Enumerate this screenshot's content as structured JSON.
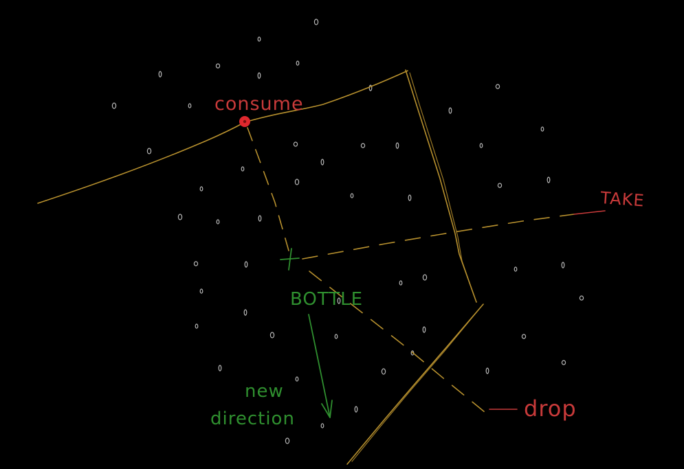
{
  "colors": {
    "background": "#000000",
    "boundary": "#b8912e",
    "dashed_path": "#b8912e",
    "label_red": "#c83a3a",
    "label_green": "#2f8f2f",
    "consume_dot": "#e0282e",
    "particles": "#d8d8d8"
  },
  "labels": {
    "consume": "consume",
    "take": "TAKE",
    "bottle": "BOTTLE",
    "new": "new",
    "direction": "direction",
    "drop": "drop"
  }
}
